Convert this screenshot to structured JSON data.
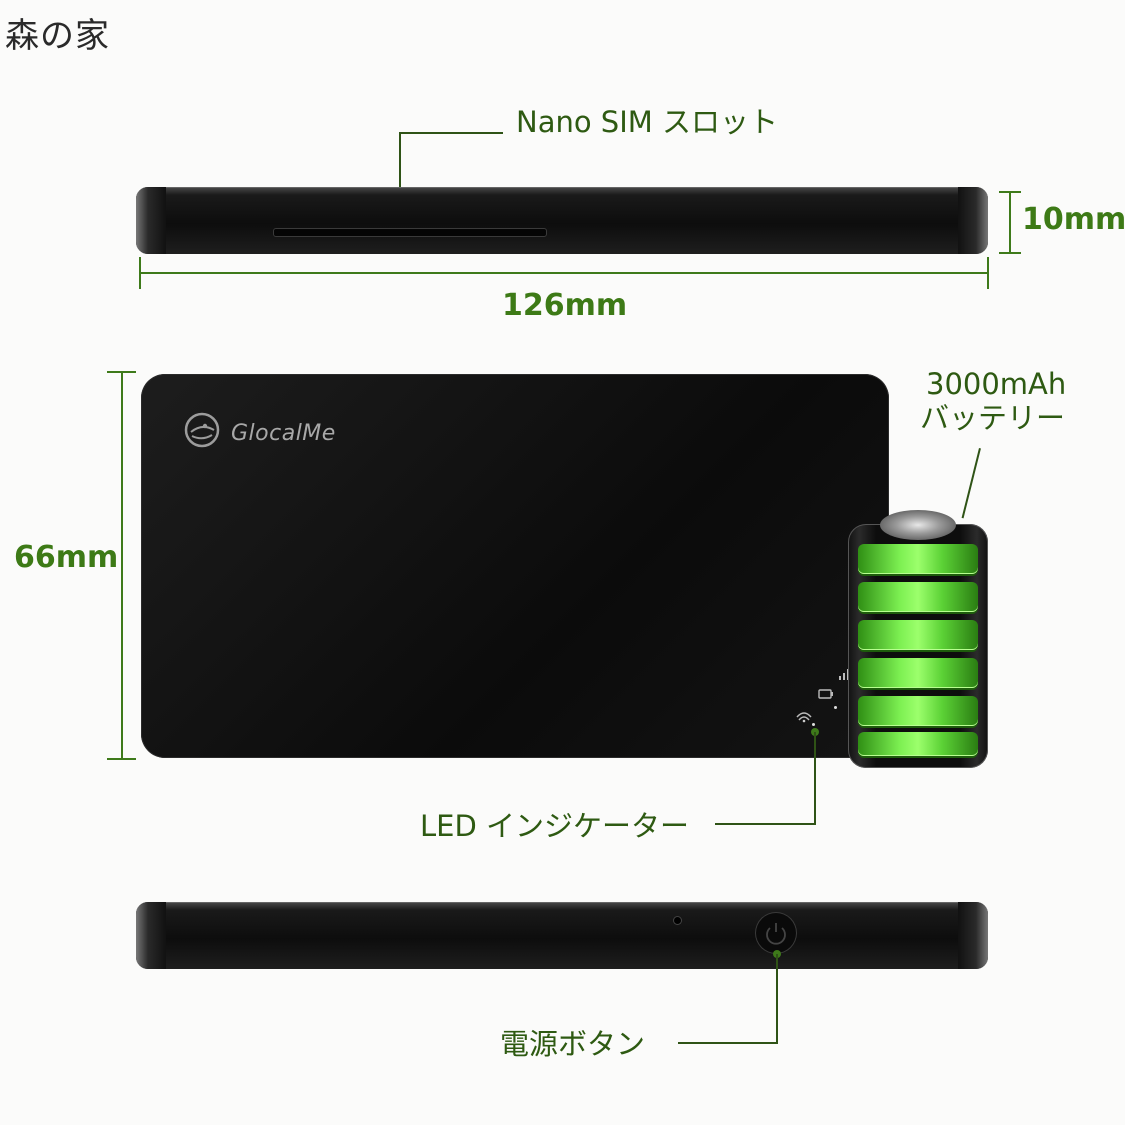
{
  "watermark": "森の家",
  "labels": {
    "sim_slot": "Nano SIM スロット",
    "battery_capacity": "3000mAh",
    "battery_word": "バッテリー",
    "led": "LED インジケーター",
    "power_button": "電源ボタン"
  },
  "dimensions": {
    "thickness": "10mm",
    "length": "126mm",
    "width": "66mm"
  },
  "device": {
    "brand_name": "GlocalMe"
  },
  "colors": {
    "label_text": "#2e5a12",
    "dimension_text": "#3d7a16",
    "battery_green": "#7df052",
    "device_body": "#0d0d0d",
    "background": "#fbfbfa"
  },
  "icons": [
    "globe-logo-icon",
    "wifi-led-icon",
    "battery-led-icon",
    "signal-led-icon",
    "battery-illustration-icon",
    "power-icon"
  ]
}
